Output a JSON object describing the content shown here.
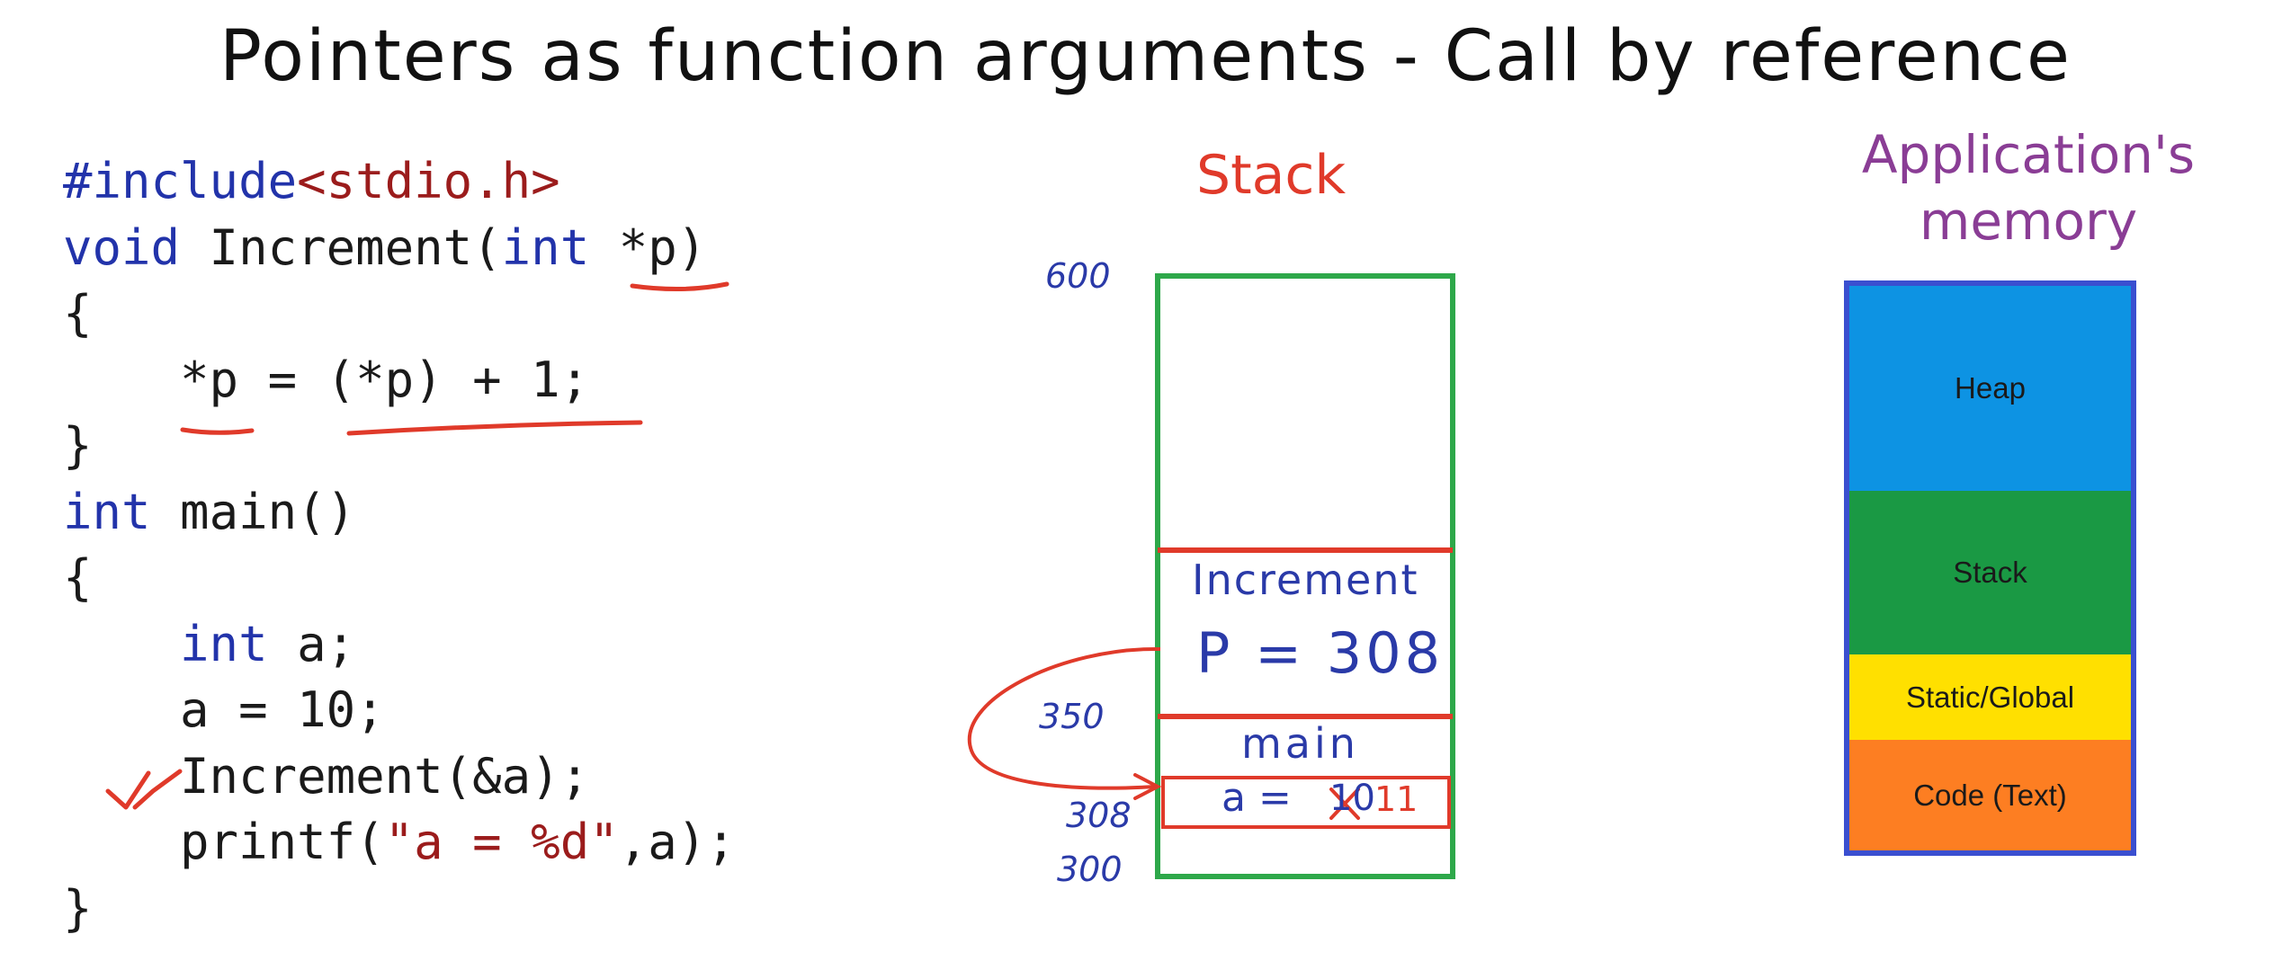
{
  "title": "Pointers as function arguments - Call by reference",
  "code": [
    [
      {
        "t": "#include",
        "c": "pp"
      },
      {
        "t": "<stdio.h>",
        "c": "str"
      }
    ],
    [
      {
        "t": "void",
        "c": "kw"
      },
      {
        "t": " Increment(",
        "c": ""
      },
      {
        "t": "int",
        "c": "kw"
      },
      {
        "t": " *p)",
        "c": ""
      }
    ],
    [
      {
        "t": "{",
        "c": ""
      }
    ],
    [
      {
        "t": "    *p = (*p) + 1;",
        "c": ""
      }
    ],
    [
      {
        "t": "}",
        "c": ""
      }
    ],
    [
      {
        "t": "int",
        "c": "kw"
      },
      {
        "t": " main()",
        "c": ""
      }
    ],
    [
      {
        "t": "{",
        "c": ""
      }
    ],
    [
      {
        "t": "    ",
        "c": ""
      },
      {
        "t": "int",
        "c": "kw"
      },
      {
        "t": " a;",
        "c": ""
      }
    ],
    [
      {
        "t": "    a = 10;",
        "c": ""
      }
    ],
    [
      {
        "t": "    Increment(&a);",
        "c": ""
      }
    ],
    [
      {
        "t": "    printf(",
        "c": ""
      },
      {
        "t": "\"a = %d\"",
        "c": "str"
      },
      {
        "t": ",a);",
        "c": ""
      }
    ],
    [
      {
        "t": "}",
        "c": ""
      }
    ]
  ],
  "stack": {
    "title": "Stack",
    "addresses": {
      "top": "600",
      "mid": "350",
      "a": "308",
      "bottom": "300"
    },
    "increment_frame": {
      "label": "Increment",
      "value": "P = 308"
    },
    "main_frame": {
      "label": "main",
      "var_name": "a =",
      "old_value": "10",
      "new_value": "11"
    }
  },
  "memory": {
    "title_line1": "Application's",
    "title_line2": "memory",
    "segments": [
      {
        "label": "Heap",
        "color": "#0d93e3"
      },
      {
        "label": "Stack",
        "color": "#1a9944"
      },
      {
        "label": "Static/Global",
        "color": "#ffe000"
      },
      {
        "label": "Code (Text)",
        "color": "#fd7e22"
      }
    ]
  },
  "colors": {
    "annotation_red": "#e03a2a",
    "stack_border": "#2ea84a",
    "ink_blue": "#2a3aa8"
  }
}
